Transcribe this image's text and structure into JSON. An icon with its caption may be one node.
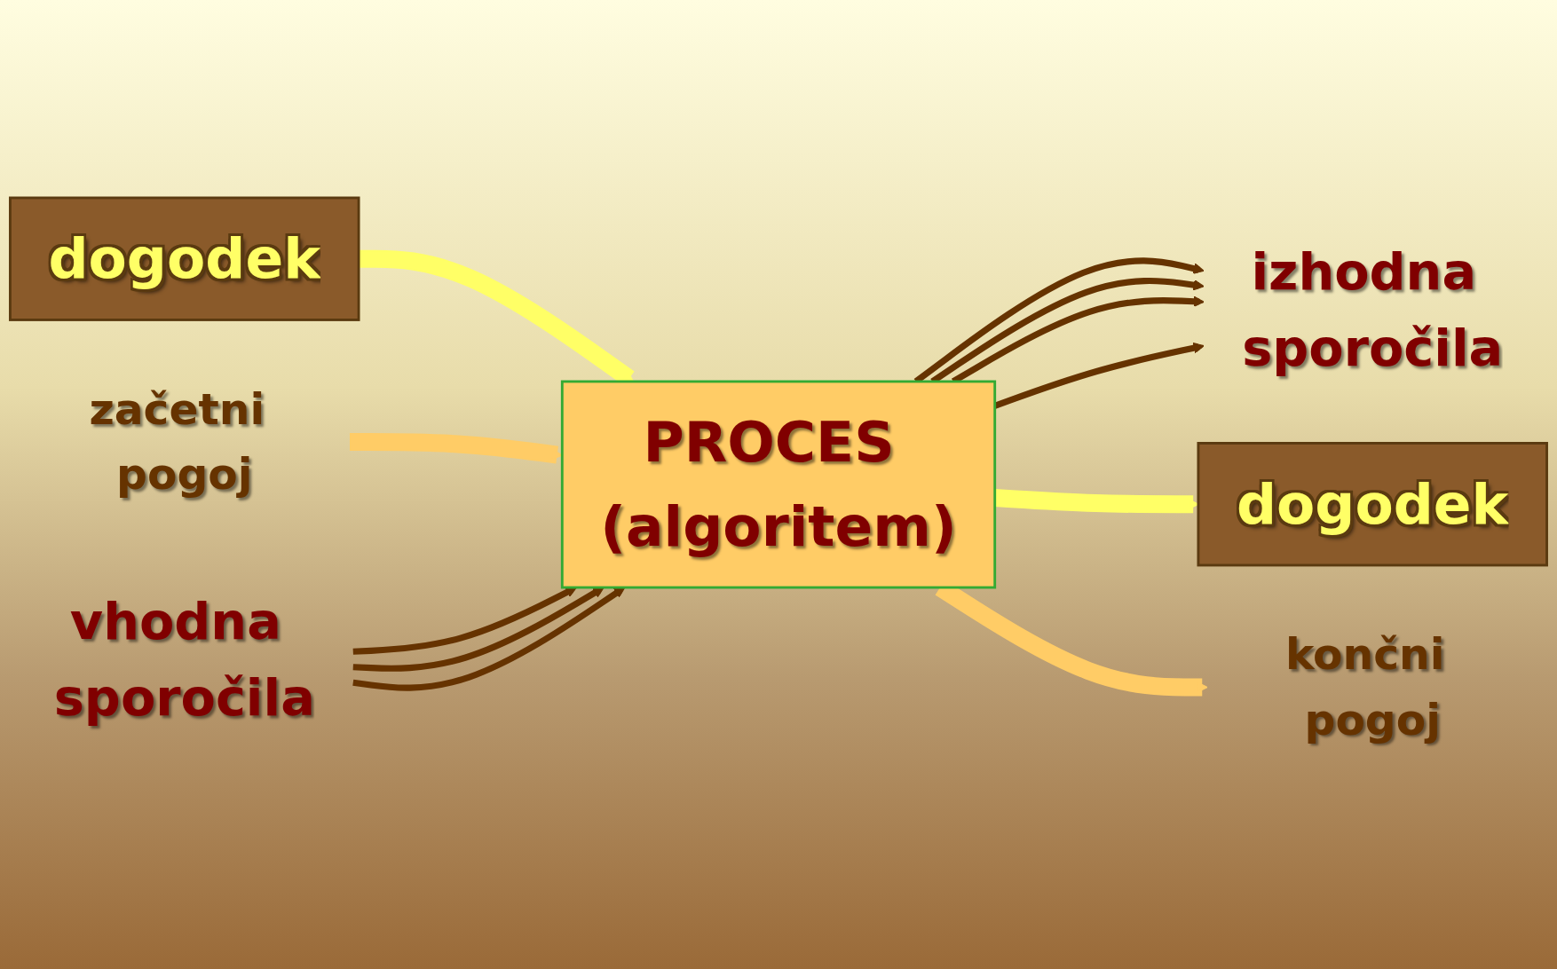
{
  "diagram": {
    "nodes": [
      {
        "text": [
          "dogodek"
        ]
      },
      {
        "text": [
          "začetni pogoj"
        ]
      },
      {
        "text": [
          "vhodna sporočila"
        ]
      },
      {
        "text": [
          "PROCES (algoritem)"
        ]
      },
      {
        "text": [
          "izhodna sporočila"
        ]
      },
      {
        "text": [
          "dogodek"
        ]
      },
      {
        "text": [
          "končni pogoj"
        ]
      }
    ],
    "edges": [
      {
        "from": 0,
        "to": 3,
        "arrow": "to",
        "style": "thick",
        "color": "#ffff66"
      },
      {
        "from": 1,
        "to": 3,
        "arrow": "to",
        "style": "thick",
        "color": "#ffcc66"
      },
      {
        "from": 2,
        "to": 3,
        "arrow": "to"
      },
      {
        "from": 2,
        "to": 3,
        "arrow": "to"
      },
      {
        "from": 2,
        "to": 3,
        "arrow": "to"
      },
      {
        "from": 3,
        "to": 4,
        "arrow": "to"
      },
      {
        "from": 3,
        "to": 4,
        "arrow": "to"
      },
      {
        "from": 3,
        "to": 4,
        "arrow": "to"
      },
      {
        "from": 3,
        "to": 4,
        "arrow": "to"
      },
      {
        "from": 3,
        "to": 5,
        "arrow": "to",
        "style": "thick",
        "color": "#ffff66"
      },
      {
        "from": 3,
        "to": 6,
        "arrow": "to",
        "style": "thick",
        "color": "#ffcc66"
      }
    ]
  }
}
